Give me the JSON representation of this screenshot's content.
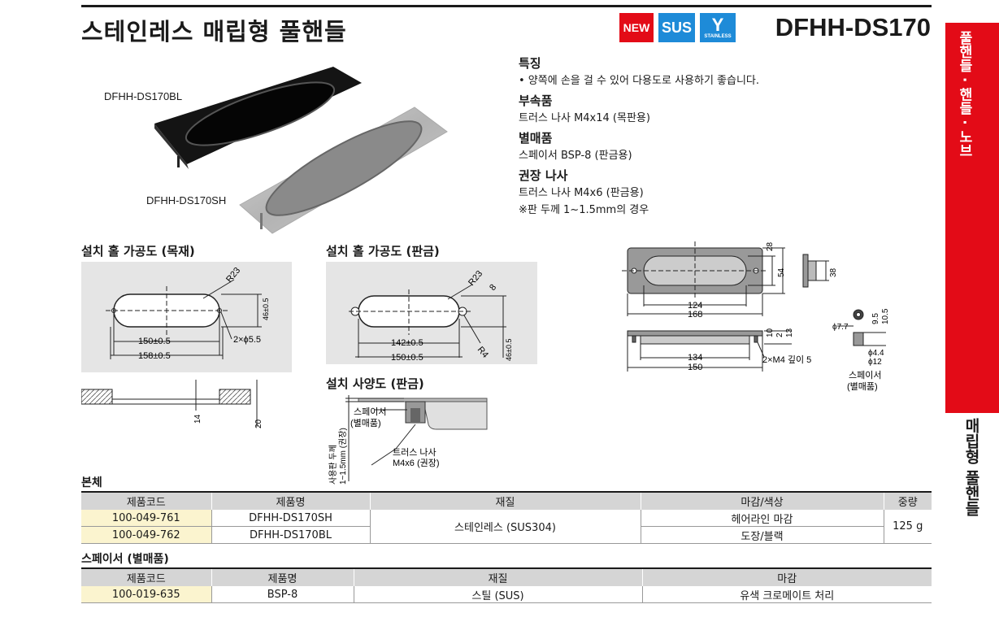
{
  "header": {
    "title": "스테인레스 매립형 풀핸들",
    "code": "DFHH-DS170",
    "badge_new": "NEW",
    "badge_sus": "SUS",
    "badge_stainless": "STAINLESS"
  },
  "sidebar": {
    "category": "풀핸들 · 핸들 · 노브",
    "subcategory": "매립형 풀핸들"
  },
  "photos": {
    "label_bl": "DFHH-DS170BL",
    "label_sh": "DFHH-DS170SH"
  },
  "features": {
    "feature_h": "특징",
    "feature_t": "• 양쪽에 손을 걸 수 있어 다용도로 사용하기 좋습니다.",
    "accessory_h": "부속품",
    "accessory_t": "트러스 나사 M4x14 (목판용)",
    "separate_h": "별매품",
    "separate_t": "스페이서 BSP-8 (판금용)",
    "recommend_h": "권장 나사",
    "recommend_t1": "트러스 나사 M4x6 (판금용)",
    "recommend_t2": "※판 두께 1~1.5mm의 경우"
  },
  "drawings": {
    "wood_title": "설치 홀 가공도 (목재)",
    "sheet_title": "설치 홀 가공도 (판금)",
    "usage_title": "설치 사양도 (판금)",
    "wood": {
      "r": "R23",
      "h": "46±0.5",
      "d1": "150±0.5",
      "d2": "158±0.5",
      "hole": "2×ϕ5.5",
      "t1": "14",
      "t2": "20"
    },
    "sheet": {
      "r": "R23",
      "r4": "R4",
      "h": "46±0.5",
      "d1": "142±0.5",
      "d2": "150±0.5",
      "w": "8"
    },
    "usage": {
      "spacer": "스페이서",
      "spacer2": "(별매품)",
      "bolt": "트러스 나사",
      "bolt2": "M4x6 (권장)",
      "plate": "사용판 두께",
      "plate2": "1~1.5mm (권장)"
    },
    "dims": {
      "d28": "28",
      "d54": "54",
      "d38": "38",
      "d124": "124",
      "d168": "168",
      "d10": "10",
      "d2": "2",
      "d13": "13",
      "d134": "134",
      "d150": "150",
      "screw": "2×M4 깊이 5",
      "d77": "ϕ7.7",
      "d95": "9.5",
      "d105": "10.5",
      "d44": "ϕ4.4",
      "d12": "ϕ12",
      "spacer": "스페이서",
      "spacer2": "(별매품)"
    }
  },
  "body_table": {
    "title": "본체",
    "headers": [
      "제품코드",
      "제품명",
      "재질",
      "마감/색상",
      "중량"
    ],
    "rows": [
      {
        "code": "100-049-761",
        "name": "DFHH-DS170SH",
        "material": "스테인레스 (SUS304)",
        "finish": "헤어라인 마감",
        "weight": "125 g"
      },
      {
        "code": "100-049-762",
        "name": "DFHH-DS170BL",
        "finish": "도장/블랙"
      }
    ]
  },
  "spacer_table": {
    "title": "스페이서 (별매품)",
    "headers": [
      "제품코드",
      "제품명",
      "재질",
      "마감"
    ],
    "rows": [
      {
        "code": "100-019-635",
        "name": "BSP-8",
        "material": "스틸 (SUS)",
        "finish": "유색 크로메이트 처리"
      }
    ]
  },
  "colors": {
    "accent": "#e30b17",
    "sus_blue": "#1e8bd8",
    "panel": "#e5e5e5",
    "row_yellow": "#fbf4cf",
    "header_gray": "#d5d5d5"
  }
}
